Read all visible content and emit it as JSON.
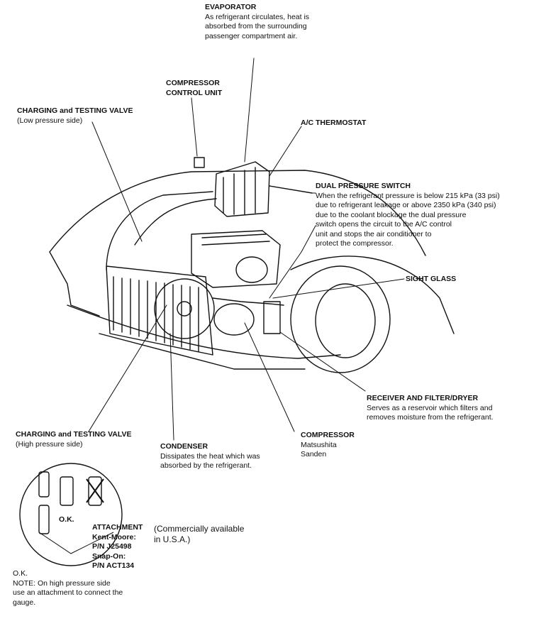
{
  "labels": {
    "evaporator": {
      "title": "EVAPORATOR",
      "lines": [
        "As refrigerant circulates, heat is",
        "absorbed from the surrounding",
        "passenger compartment air."
      ]
    },
    "compressor_control_unit": {
      "lines": [
        "COMPRESSOR",
        "CONTROL UNIT"
      ]
    },
    "charging_valve_low": {
      "title": "CHARGING and TESTING VALVE",
      "lines": [
        "(Low pressure side)"
      ]
    },
    "ac_thermostat": {
      "title": "A/C THERMOSTAT"
    },
    "dual_pressure_switch": {
      "title": "DUAL PRESSURE SWITCH",
      "lines": [
        "When the refrigerant pressure is below 215 kPa (33 psi)",
        "due to refrigerant leakage or above 2350 kPa (340 psi)",
        "due to the coolant blockage the dual pressure",
        "switch opens the circuit to the A/C control",
        "unit and stops the air conditioner to",
        "protect the compressor."
      ]
    },
    "sight_glass": {
      "title": "SIGHT GLASS"
    },
    "receiver": {
      "title": "RECEIVER AND FILTER/DRYER",
      "lines": [
        "Serves as a reservoir which filters and",
        "removes moisture from the refrigerant."
      ]
    },
    "charging_valve_high": {
      "title": "CHARGING and TESTING VALVE",
      "lines": [
        "(High pressure side)"
      ]
    },
    "condenser": {
      "title": "CONDENSER",
      "lines": [
        "Dissipates the heat which was",
        "absorbed by the refrigerant."
      ]
    },
    "compressor": {
      "title": "COMPRESSOR",
      "lines": [
        "Matsushita",
        "Sanden"
      ]
    },
    "ok_inset": "O.K.",
    "attachment": {
      "title": "ATTACHMENT",
      "lines": [
        "Kent-Moore:",
        "P/N J25498",
        "Snap-On:",
        "P/N ACT134"
      ]
    },
    "commercial": {
      "lines": [
        "(Commercially available",
        "in U.S.A.)"
      ]
    },
    "note": {
      "ok": "O.K.",
      "lines": [
        "NOTE: On high pressure side",
        "use an attachment to connect the",
        "gauge."
      ]
    }
  }
}
